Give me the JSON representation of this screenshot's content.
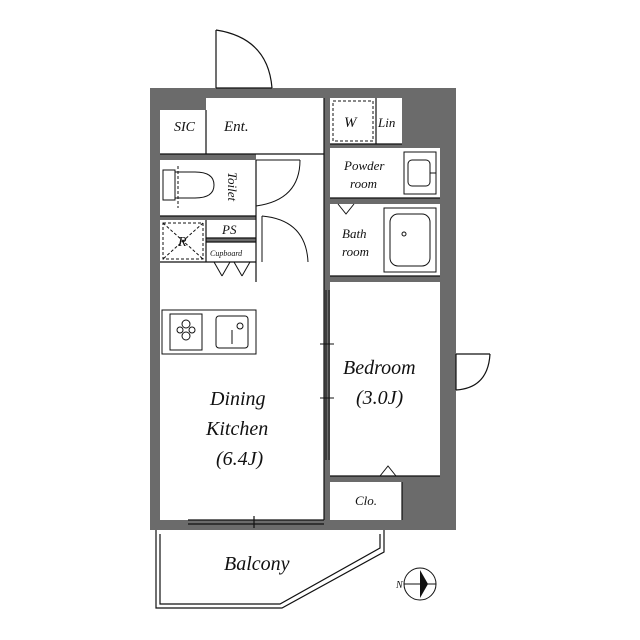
{
  "rooms": {
    "sic": "SIC",
    "ent": "Ent.",
    "w": "W",
    "lin": "Lin",
    "toilet": "Toilet",
    "powder_line1": "Powder",
    "powder_line2": "room",
    "bath_line1": "Bath",
    "bath_line2": "room",
    "r": "R",
    "ps": "PS",
    "cupboard": "Cupboard",
    "dk_line1": "Dining",
    "dk_line2": "Kitchen",
    "dk_size": "(6.4J)",
    "bedroom": "Bedroom",
    "bedroom_size": "(3.0J)",
    "clo": "Clo.",
    "balcony": "Balcony"
  },
  "compass": {
    "label": "N"
  },
  "colors": {
    "wall": "#6b6b6b",
    "line": "#111111",
    "background": "#ffffff"
  }
}
